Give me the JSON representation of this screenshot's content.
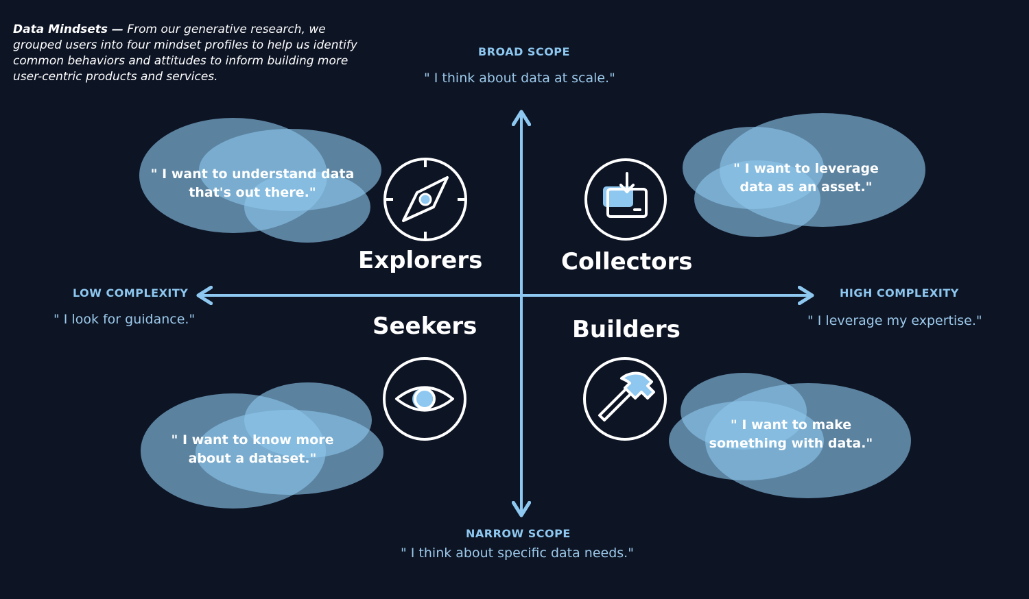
{
  "intro": {
    "title": "Data Mindsets —",
    "text": "From our generative research, we grouped users into four mindset profiles to help us identify common behaviors and attitudes to inform building more user-centric products and services."
  },
  "axes": {
    "top": {
      "label": "BROAD SCOPE",
      "quote": "\" I think about data at scale.\""
    },
    "bottom": {
      "label": "NARROW SCOPE",
      "quote": "\" I think about specific data needs.\""
    },
    "left": {
      "label": "LOW COMPLEXITY",
      "quote": "\" I look for guidance.\""
    },
    "right": {
      "label": "HIGH COMPLEXITY",
      "quote": "\" I leverage my expertise.\""
    }
  },
  "quadrants": {
    "explorers": {
      "title": "Explorers",
      "icon": "compass-icon",
      "quote_line1": "\" I want to understand data",
      "quote_line2": "that's out there.\""
    },
    "collectors": {
      "title": "Collectors",
      "icon": "inbox-box-icon",
      "quote_line1": "\" I want to leverage",
      "quote_line2": "data as an asset.\""
    },
    "seekers": {
      "title": "Seekers",
      "icon": "eye-icon",
      "quote_line1": "\" I want to know more",
      "quote_line2": "about a dataset.\""
    },
    "builders": {
      "title": "Builders",
      "icon": "hammer-icon",
      "quote_line1": "\" I want to make",
      "quote_line2": "something with data.\""
    }
  },
  "colors": {
    "background": "#0d1424",
    "axis": "#8ec8f0",
    "bubble": "#8cc6ec",
    "icon_stroke": "#ffffff",
    "icon_fill": "#8ec8f0"
  }
}
